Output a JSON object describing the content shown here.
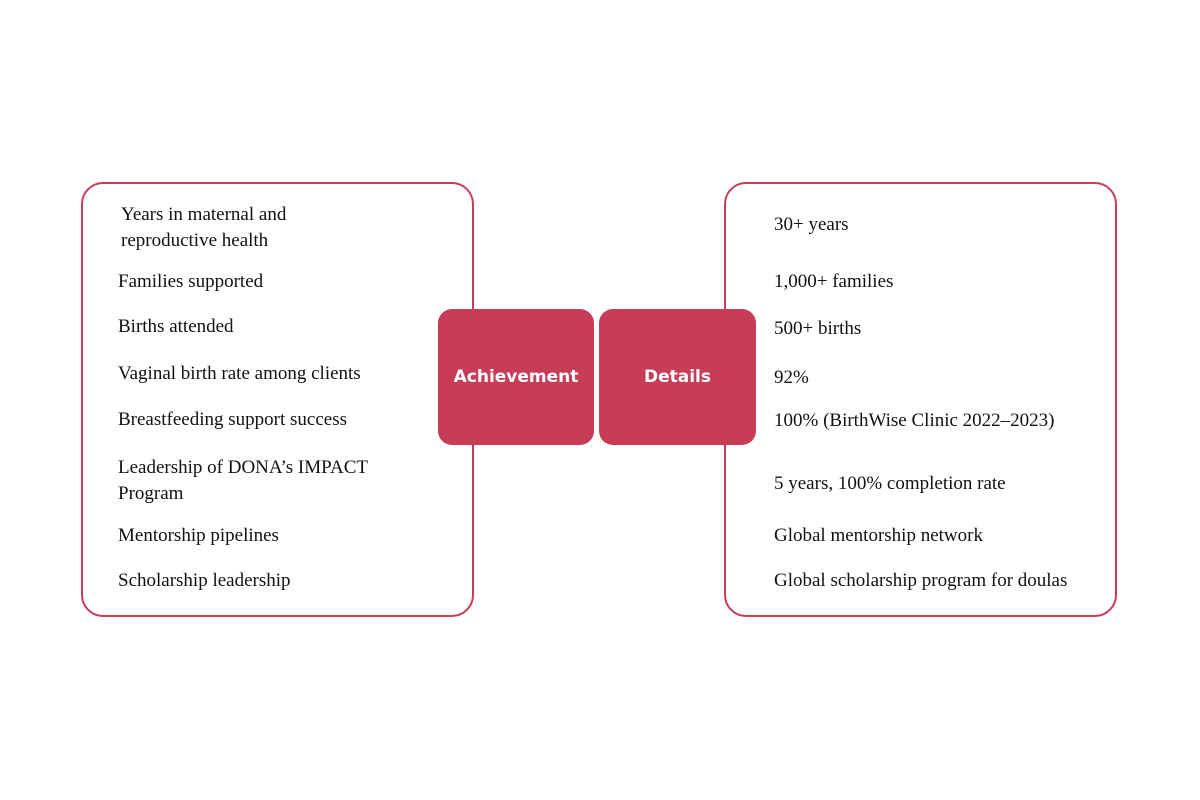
{
  "colors": {
    "accent": "#c73d57",
    "text": "#111111",
    "background": "#ffffff"
  },
  "center": {
    "achievement_label": "Achievement",
    "details_label": "Details"
  },
  "achievements": [
    "Years in maternal and reproductive health",
    "Families supported",
    "Births attended",
    "Vaginal birth rate among clients",
    "Breastfeeding support success",
    "Leadership of DONA’s IMPACT Program",
    "Mentorship pipelines",
    "Scholarship leadership"
  ],
  "details": [
    "30+ years",
    "1,000+ families",
    "500+ births",
    "92%",
    "100% (BirthWise Clinic 2022–2023)",
    "5 years, 100% completion rate",
    "Global mentorship network",
    "Global scholarship program for doulas"
  ]
}
